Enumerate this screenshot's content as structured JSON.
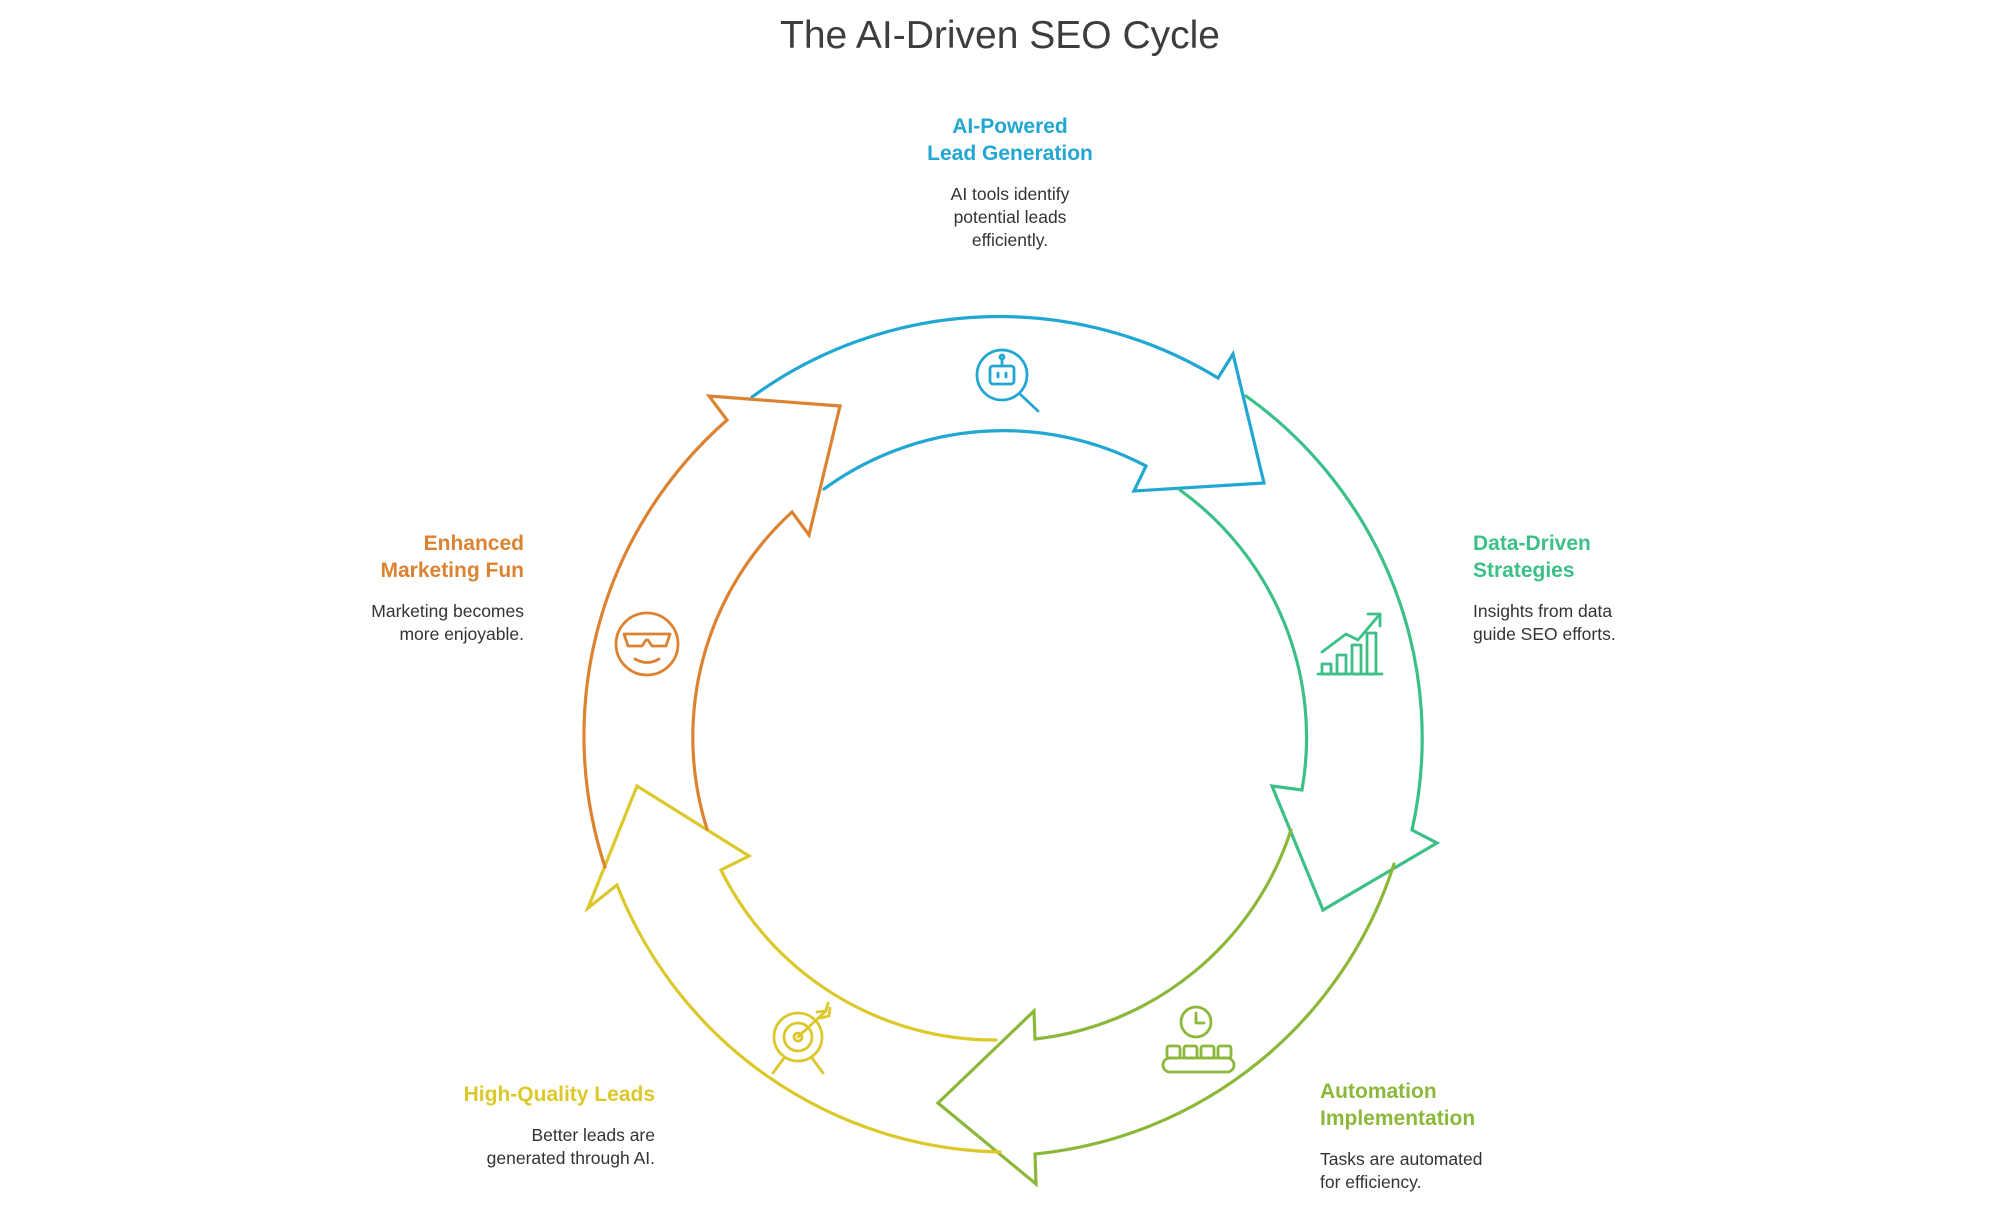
{
  "title": "The AI-Driven SEO Cycle",
  "colors": {
    "ai_lead": "#22a6d2",
    "data_driven": "#3cc088",
    "automation": "#8cb83a",
    "high_quality": "#dcc82a",
    "marketing_fun": "#dc8332",
    "text": "#333333"
  },
  "stages": [
    {
      "id": "ai_lead",
      "title": "AI-Powered Lead Generation",
      "description": "AI tools identify potential leads efficiently.",
      "icon": "robot-search-icon"
    },
    {
      "id": "data_driven",
      "title": "Data-Driven Strategies",
      "description": "Insights from data guide SEO efforts.",
      "icon": "growth-chart-icon"
    },
    {
      "id": "automation",
      "title": "Automation Implementation",
      "description": "Tasks are automated for efficiency.",
      "icon": "conveyor-clock-icon"
    },
    {
      "id": "high_quality",
      "title": "High-Quality Leads",
      "description": "Better leads are generated through AI.",
      "icon": "target-arrow-icon"
    },
    {
      "id": "marketing_fun",
      "title": "Enhanced Marketing Fun",
      "description": "Marketing becomes more enjoyable.",
      "icon": "sunglasses-face-icon"
    }
  ]
}
